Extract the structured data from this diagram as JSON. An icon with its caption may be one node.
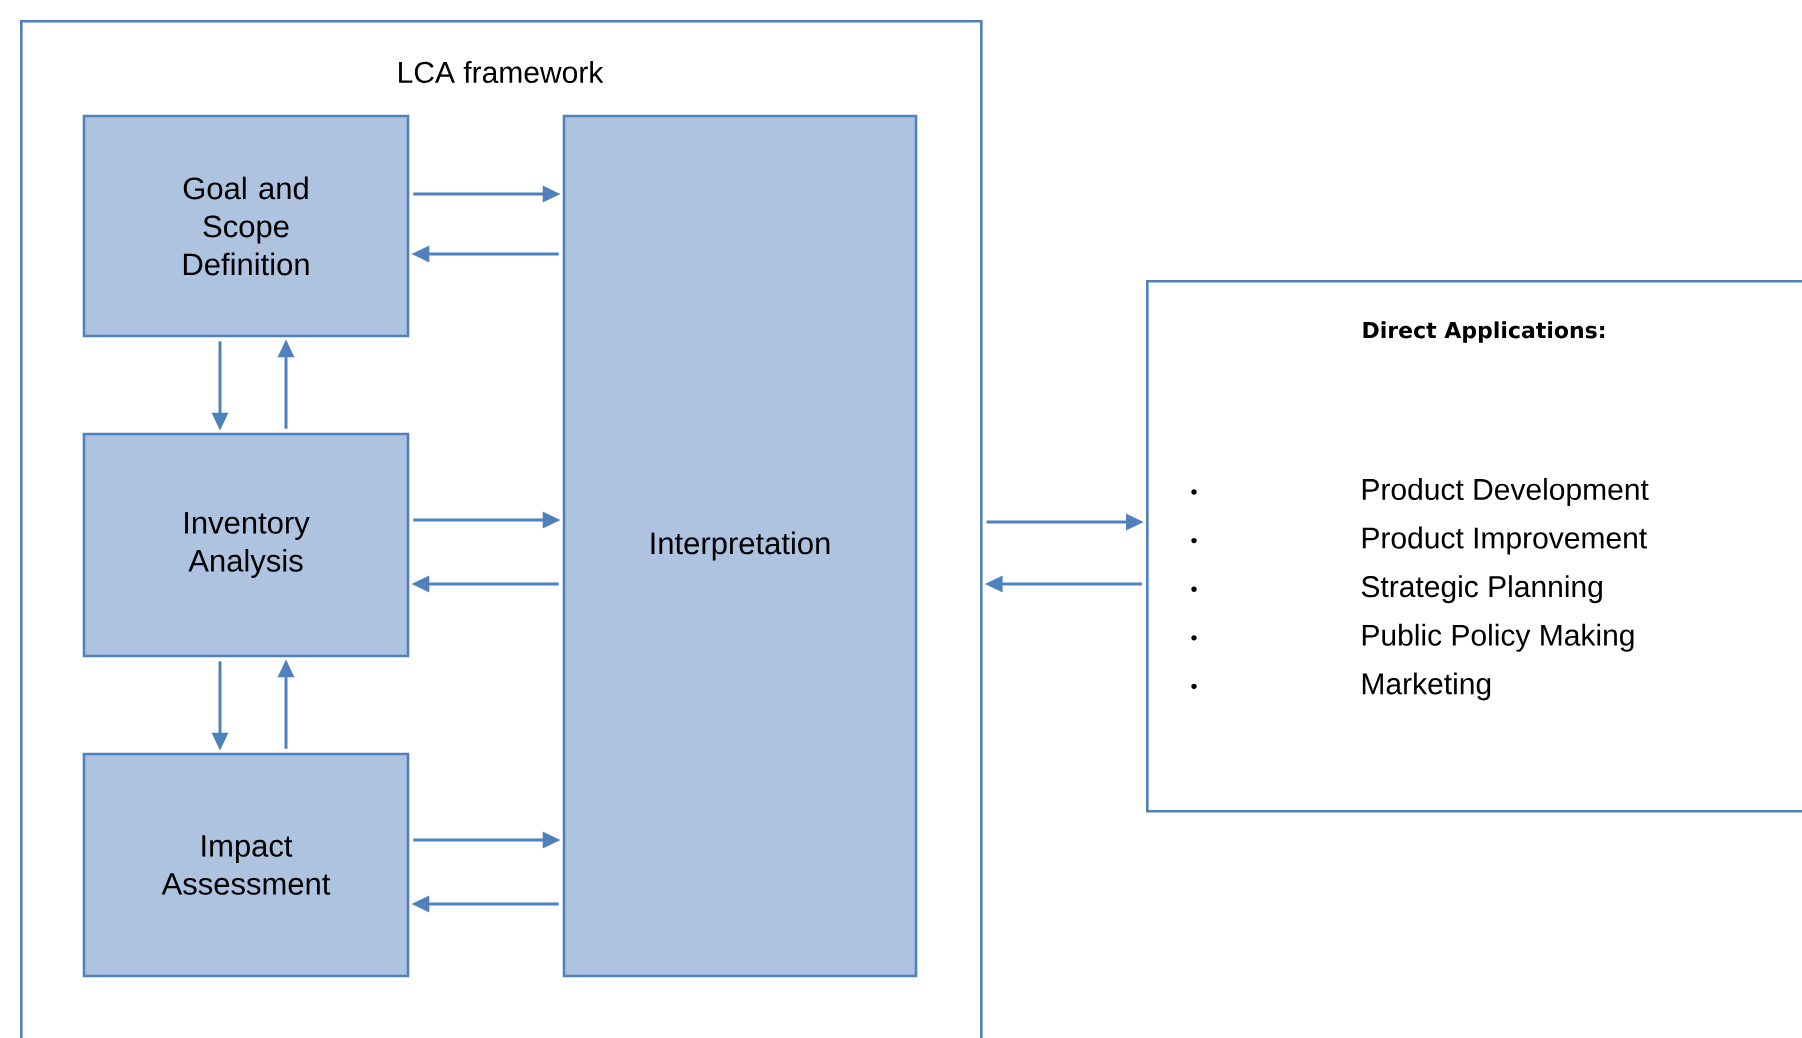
{
  "diagram": {
    "nodes": [
      {
        "text": [
          "LCA framework"
        ]
      },
      {
        "text": [
          "Goal and Scope Definition"
        ],
        "in": 0
      },
      {
        "text": [
          "Inventory Analysis"
        ],
        "in": 0
      },
      {
        "text": [
          "Impact Assessment"
        ],
        "in": 0
      },
      {
        "text": [
          "Interpretation"
        ],
        "in": 0
      },
      {
        "text": [
          "Direct Applications:",
          "Product Development",
          "Product Improvement",
          "Strategic Planning",
          "Public Policy Making",
          "Marketing"
        ]
      }
    ],
    "edges": [
      {
        "from": 1,
        "to": 4,
        "arrow": "to"
      },
      {
        "from": 4,
        "to": 1,
        "arrow": "to"
      },
      {
        "from": 1,
        "to": 2,
        "arrow": "to"
      },
      {
        "from": 2,
        "to": 1,
        "arrow": "to"
      },
      {
        "from": 2,
        "to": 4,
        "arrow": "to"
      },
      {
        "from": 4,
        "to": 2,
        "arrow": "to"
      },
      {
        "from": 2,
        "to": 3,
        "arrow": "to"
      },
      {
        "from": 3,
        "to": 2,
        "arrow": "to"
      },
      {
        "from": 3,
        "to": 4,
        "arrow": "to"
      },
      {
        "from": 4,
        "to": 3,
        "arrow": "to"
      },
      {
        "from": 0,
        "to": 5,
        "arrow": "to"
      },
      {
        "from": 5,
        "to": 0,
        "arrow": "to"
      }
    ],
    "labels": [
      "•",
      "•",
      "•",
      "•",
      "•"
    ]
  }
}
